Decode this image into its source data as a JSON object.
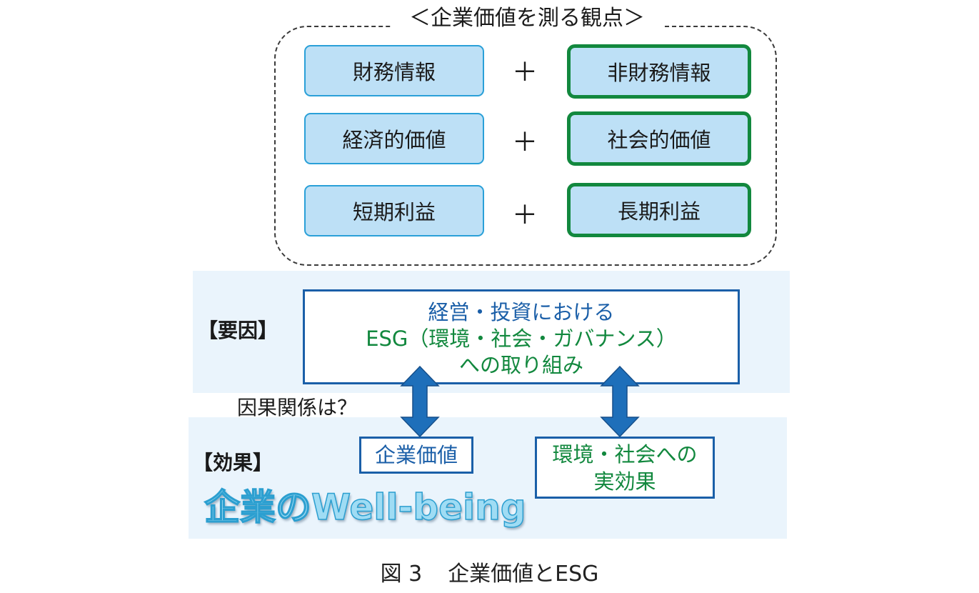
{
  "view": {
    "title": "＜企業価値を測る観点＞",
    "rows": [
      {
        "left": "財務情報",
        "plus": "＋",
        "right": "非財務情報"
      },
      {
        "left": "経済的価値",
        "plus": "＋",
        "right": "社会的価値"
      },
      {
        "left": "短期利益",
        "plus": "＋",
        "right": "長期利益"
      }
    ]
  },
  "cause": {
    "tag": "【要因】",
    "line1": "経営・投資における",
    "line2": "ESG（環境・社会・ガバナンス）",
    "line3": "への取り組み"
  },
  "causal_question": "因果関係は？",
  "effect": {
    "tag": "【効果】",
    "corporate_value": "企業価値",
    "impact_line1": "環境・社会への",
    "impact_line2": "実効果",
    "wellbeing": "企業のWell-being"
  },
  "caption": {
    "fig": "図 3",
    "text": "企業価値とESG"
  },
  "colors": {
    "light_blue_fill": "#bde0f6",
    "light_blue_border": "#2aa0d8",
    "green_border": "#12883e",
    "dark_blue": "#1a5fa8",
    "band": "#eaf4fc",
    "arrow": "#1e6fba"
  }
}
